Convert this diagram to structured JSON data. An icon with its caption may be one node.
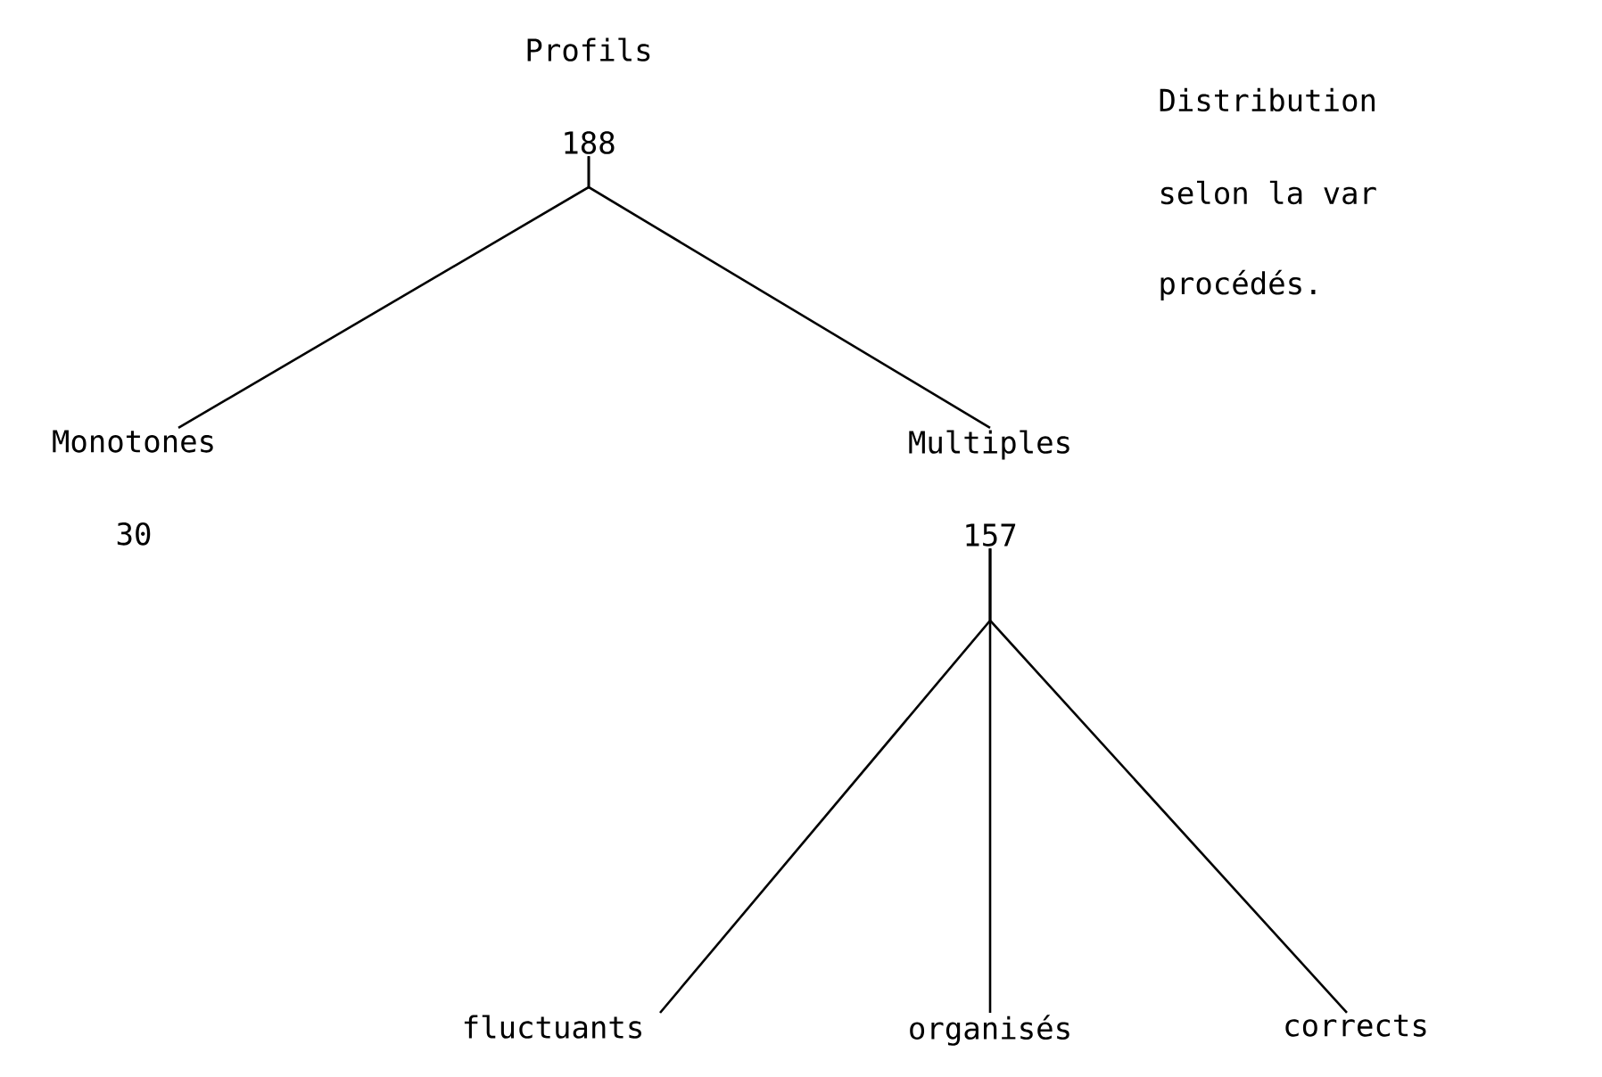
{
  "diagram": {
    "nodes": [
      {
        "text": [
          "Profils",
          "188"
        ]
      },
      {
        "text": [
          "Monotones",
          "30"
        ]
      },
      {
        "text": [
          "Multiples",
          "157"
        ]
      },
      {
        "text": [
          "fluctuants"
        ]
      },
      {
        "text": [
          "organisés"
        ]
      },
      {
        "text": [
          "corrects"
        ]
      }
    ],
    "edges": [
      {
        "from": 0,
        "to": 1,
        "arrow": "none"
      },
      {
        "from": 0,
        "to": 2,
        "arrow": "none"
      },
      {
        "from": 2,
        "to": 3,
        "arrow": "none"
      },
      {
        "from": 2,
        "to": 4,
        "arrow": "none"
      },
      {
        "from": 2,
        "to": 5,
        "arrow": "none"
      }
    ],
    "labels": [
      "Distribution",
      "selon la var",
      "procédés."
    ]
  }
}
